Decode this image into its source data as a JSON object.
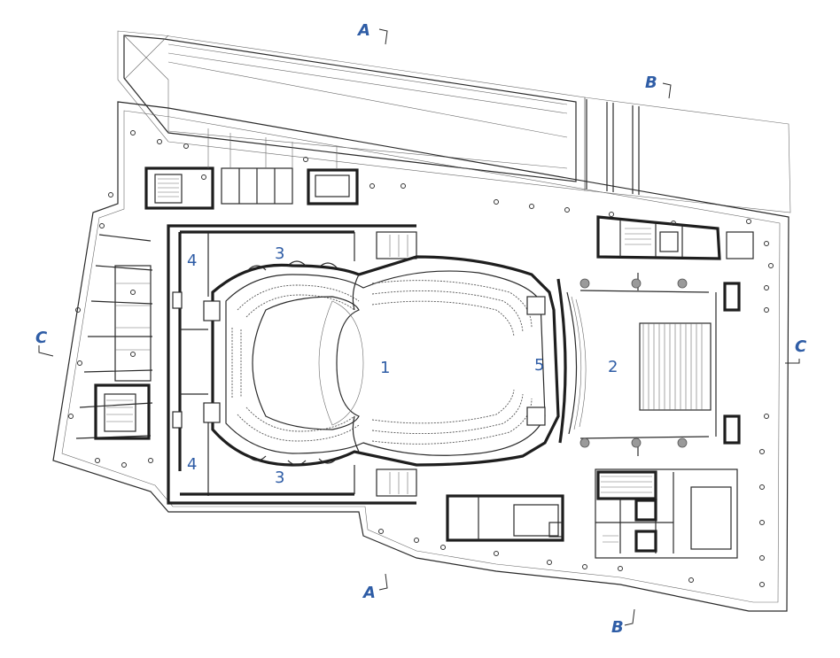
{
  "room_labels": {
    "auditorium": "1",
    "stage": "2",
    "side_top": "3",
    "side_bottom": "3",
    "wing_top": "4",
    "wing_bottom": "4",
    "orchestra": "5"
  },
  "section_markers": {
    "a_top": "A",
    "a_bottom": "A",
    "b_top": "B",
    "b_bottom": "B",
    "c_left": "C",
    "c_right": "C"
  },
  "colors": {
    "label": "#2f5da6",
    "line": "#2a2a2a"
  }
}
